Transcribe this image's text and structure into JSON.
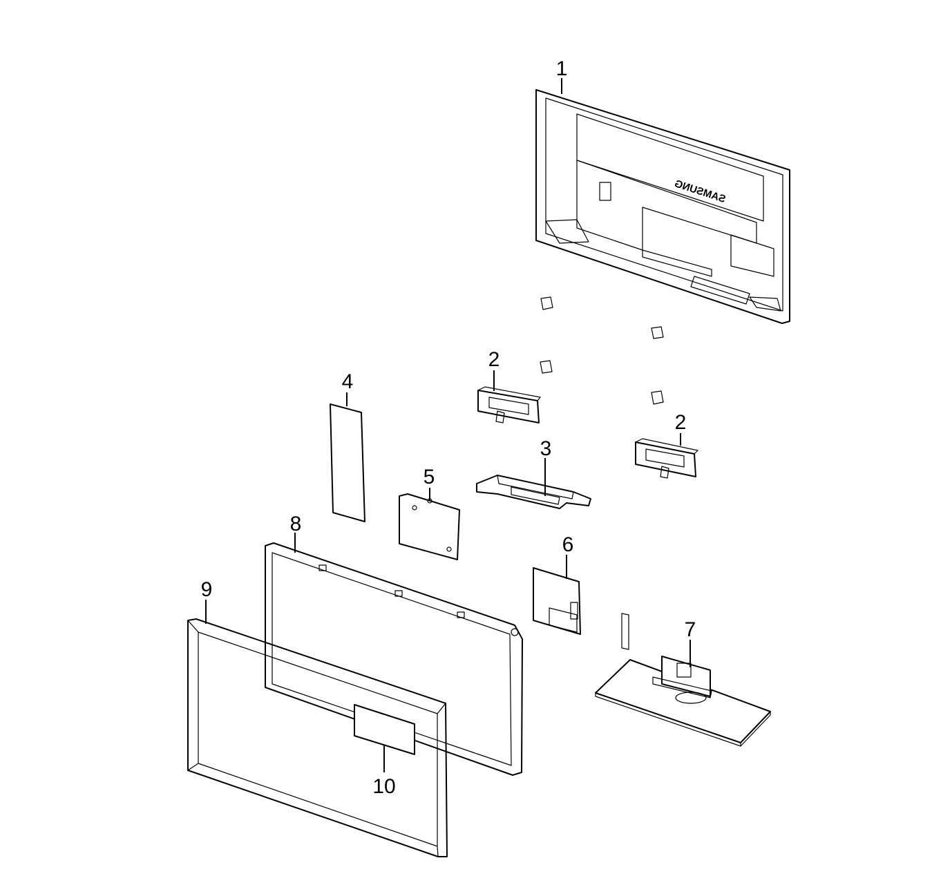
{
  "diagram": {
    "callouts": {
      "c1": "1",
      "c2a": "2",
      "c2b": "2",
      "c3": "3",
      "c4": "4",
      "c5": "5",
      "c6": "6",
      "c7": "7",
      "c8": "8",
      "c9": "9",
      "c10": "10"
    },
    "rear_cover_brand": "SAMSUNG"
  }
}
